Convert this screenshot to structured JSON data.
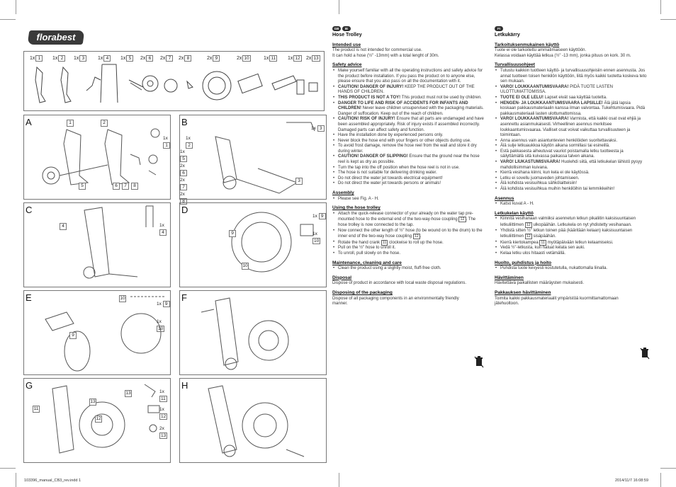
{
  "logo": "florabest",
  "parts": [
    {
      "qty": "1x",
      "num": "1"
    },
    {
      "qty": "1x",
      "num": "2"
    },
    {
      "qty": "1x",
      "num": "3"
    },
    {
      "qty": "1x",
      "num": "4"
    },
    {
      "qty": "1x",
      "num": "5"
    },
    {
      "qty": "2x",
      "num": "6"
    },
    {
      "qty": "2x",
      "num": "7"
    },
    {
      "qty": "2x",
      "num": "8"
    },
    {
      "qty": "2x",
      "num": "9"
    },
    {
      "qty": "2x",
      "num": "10"
    },
    {
      "qty": "1x",
      "num": "11"
    },
    {
      "qty": "1x",
      "num": "12"
    },
    {
      "qty": "2x",
      "num": "13"
    }
  ],
  "panels": {
    "A": {
      "label": "A",
      "callouts": [
        "1",
        "2",
        "5",
        "6",
        "7",
        "8"
      ],
      "qty": [
        "1x",
        "1x",
        "1x",
        "2x",
        "2x",
        "2x"
      ],
      "qnums": [
        "1",
        "2",
        "5",
        "6",
        "7",
        "8"
      ]
    },
    "B": {
      "label": "B",
      "callouts": [
        "3"
      ],
      "qty": [
        "1x"
      ],
      "qnums": [
        "3"
      ]
    },
    "C": {
      "label": "C",
      "callouts": [
        "4"
      ],
      "qty": [
        "1x"
      ],
      "qnums": [
        "4"
      ]
    },
    "D": {
      "label": "D",
      "callouts": [
        "9",
        "10"
      ],
      "qty": [
        "1x",
        "1x"
      ],
      "qnums": [
        "9",
        "10"
      ]
    },
    "E": {
      "label": "E",
      "callouts": [
        "10",
        "9"
      ],
      "qty": [
        "1x",
        "1x"
      ],
      "qnums": [
        "9",
        "10"
      ]
    },
    "F": {
      "label": "F"
    },
    "G": {
      "label": "G",
      "callouts": [
        "11",
        "13",
        "13",
        "12"
      ],
      "qty": [
        "1x",
        "1x",
        "2x"
      ],
      "qnums": [
        "11",
        "12",
        "13"
      ]
    },
    "H": {
      "label": "H"
    }
  },
  "en": {
    "flags": [
      "GB",
      "IE"
    ],
    "title": "Hose Trolley",
    "intended_h": "Intended use",
    "intended": "The product is not intended for commercial use.\nIt can hold a hose (½\" -13mm) with a total lenght of 30m.",
    "safety_h": "Safety advice",
    "safety": [
      "Make yourself familiar with all the operating instructions and safety advice for the product before installation. If you pass the product on to anyone else, please ensure that you also pass on all the documentation with it.",
      "CAUTION! DANGER OF INJURY! KEEP THE PRODUCT OUT OF THE HANDS OF CHILDREN.",
      "THIS PRODUCT IS NOT A TOY! This product must not be used by children.",
      "DANGER TO LIFE AND RISK OF ACCIDENTS FOR INFANTS AND CHILDREN! Never leave children unsupervised with the packaging materials. Danger of suffocation. Keep out of the reach of children.",
      "CAUTION! RISK OF INJURY! Ensure that all parts are undamaged and have been assembled appropriately. Risk of injury exists if assembled incorrectly. Damaged parts can affect safety and function.",
      "Have the installation done by experienced persons only.",
      "Never block the hose end with your fingers or other objects during use.",
      "To avoid frost damage, remove the hose reel from the wall and store it dry during winter.",
      "CAUTION! DANGER OF SLIPPING! Ensure that the ground near the hose reel is kept as dry as possible.",
      "Turn the tap into the off position when the hose reel is not in use.",
      "The hose is not suitable for delivering drinking water.",
      "Do not direct the water jet towards electrical equipment!",
      "Do not direct the water jet towards persons or animals!"
    ],
    "assembly_h": "Assembly",
    "assembly": [
      "Please see Fig. A - H."
    ],
    "using_h": "Using the hose trolley",
    "using": [
      "Attach the quick-release connector of your already on the water tap pre-mounted hose to the external end of the two-way-hose coupling [12]. The hose trolley is now connected to the tap.",
      "Now connect the other length of ½\" hose (to be wound on to the drum) to the inner end of the two-way hose coupling [12].",
      "Rotate the hand crank [11] clockwise to roll up the hose.",
      "Pull on the ½\" hose to unroll it.",
      "To unroll, pull slowly on the hose."
    ],
    "maint_h": "Maintenance, cleaning and care",
    "maint": [
      "Clean the product using a slightly moist, fluff-free cloth."
    ],
    "disposal_h": "Disposal",
    "disposal": "Dispose of product in accordance with local waste disposal regulations.",
    "packaging_h": "Disposing of the packaging",
    "packaging": "Dispose of all packaging components in an environmentally friendly manner."
  },
  "fi": {
    "flags": [
      "FI"
    ],
    "title": "Letkukärry",
    "intended_h": "Tarkoituksenmukainen käyttö",
    "intended": "Tuote ei ole tarkoitettu ammatimaiseen käyttöön.\nKelassa voidaan käyttää letkua (½\" -13 mm), jonka pituus on kork. 30 m.",
    "safety_h": "Turvallisuusohjeet",
    "safety": [
      "Tutustu kaikkiin tuotteen käyttö- ja turvallisuusohjeisiin ennen asennusta. Jos annat tuotteen toisen henkilön käyttöön, liitä myös kaikki tuotetta koskeva teto sen mukaan.",
      "VARO! LOUKKAANTUMISVAARA! PIDÄ TUOTE LASTEN ULOTTUMATTOMISSA.",
      "TUOTE EI OLE LELU! Lapset eivät saa käyttää tuotetta.",
      "HENGEN- JA LOUKKAANTUMISVAARA LAPSILLE! Älä jätä lapsia koskaan pakkausmateriaalin kanssa ilman valvontaa. Tukehtumisvaara. Pidä pakkausmateriaali lasten ulottumattomissa.",
      "VARO! LOUKKAANTUMISVAARA! Varmista, että kaikki osat ovat ehjiä ja asennettu asianmukaisesti. Virheellinen asennus merkitsee loukkaantumisvaaraa. Vialliset osat voivat vaikuttaa turvallisuuteen ja toimintaan.",
      "Anna asennus vain asiantuntevien henkilöiden suoritettavaksi.",
      "Älä sulje letkuaukkoa käytön aikana sormillasi tai esineillä.",
      "Estä pakkasesta aiheutuvat vauriot poistamalla letku tuotteesta ja säilyttämällä sitä kuivassa paikassa talven aikana.",
      "VARO! LIUKASTUMISVAARA! Huolehdi siitä, että letkukelan lähistö pysyy mahdollisimman kuivana.",
      "Kierrä vesihana kiinni, kun kela ei ole käytössä.",
      "Letku ei sovellu juomaveden johtamiseen.",
      "Älä kohdista vesisuihkua sähkölaitteisiin!",
      "Älä kohdista vesisuihkua muihin henkilöihin tai lemmikkeihin!"
    ],
    "assembly_h": "Asennus",
    "assembly": [
      "Katso kuvat A - H."
    ],
    "using_h": "Letkukelan käyttö",
    "using": [
      "Kiinnitä vesihanaan valmiiksi asennetun letkun pikaliitin kaksisuuntaisen letkuliittimen [12] ulkopäähän. Letkukela on nyt yhdistetty vesihanaan.",
      "Yhdistä sitten ½\" letkun toinen pää (kääritään kelaan) kaksisuuntaisen letkuliittimen [12] sisäpäähän.",
      "Kierrä kiertokampea [11] myötäpäivään letkun kelaamiseksi.",
      "Vedä ½\"-letkusta, kun haluat kelata sen auki.",
      "Kelaa letku ulos hitaasti vetämällä."
    ],
    "maint_h": "Huolto, puhdistus ja hoito",
    "maint": [
      "Puhdista tuote kevyesti kostutetulla, nukattomalla liinalla."
    ],
    "disposal_h": "Hävittäminen",
    "disposal": "Hävitettävä paikallisten määräysten mukaisesti.",
    "packaging_h": "Pakkauksen hävittäminen",
    "packaging": "Toimita kaikki pakkausmateriaalit ympäristöä kuormittamattomaan jätehuoltoon."
  },
  "footer": {
    "left": "103396_manual_CB3_rev.indd   1",
    "right": "2014/11/7   16:08:59"
  }
}
